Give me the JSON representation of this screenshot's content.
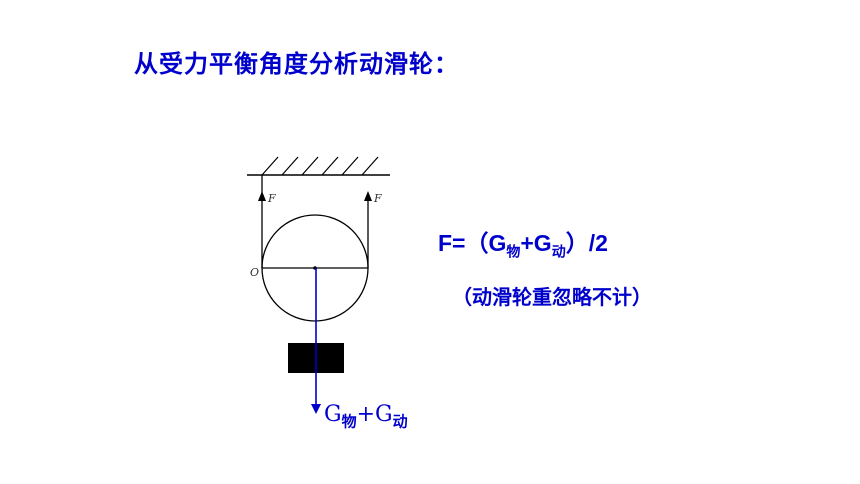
{
  "title": "从受力平衡角度分析动滑轮：",
  "formula": {
    "prefix": "F=（G",
    "sub1": "物",
    "plus": "+G",
    "sub2": "动",
    "suffix": "）/2"
  },
  "note": "（动滑轮重忽略不计）",
  "diagram": {
    "force_label_left": "F",
    "force_label_right": "F",
    "origin_label": "O",
    "gravity_label": {
      "g1": "G",
      "sub1": "物",
      "plus": "+G",
      "sub2": "动"
    }
  },
  "colors": {
    "text": "#0000cc",
    "lines": "#000000"
  }
}
